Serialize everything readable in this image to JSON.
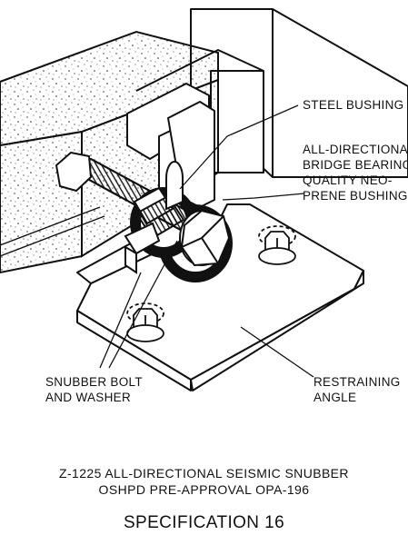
{
  "labels": {
    "steel_bushing": "STEEL BUSHING",
    "neoprene_bushing": [
      "ALL-DIRECTIONAL",
      "BRIDGE BEARING",
      "QUALITY NEO-",
      "PRENE BUSHING"
    ],
    "snubber_bolt": [
      "SNUBBER BOLT",
      "AND WASHER"
    ],
    "restraining_angle": [
      "RESTRAINING",
      "ANGLE"
    ]
  },
  "caption": {
    "line1": "Z-1225 ALL-DIRECTIONAL SEISMIC SNUBBER",
    "line2": "OSHPD PRE-APPROVAL OPA-196",
    "title": "SPECIFICATION 16"
  }
}
